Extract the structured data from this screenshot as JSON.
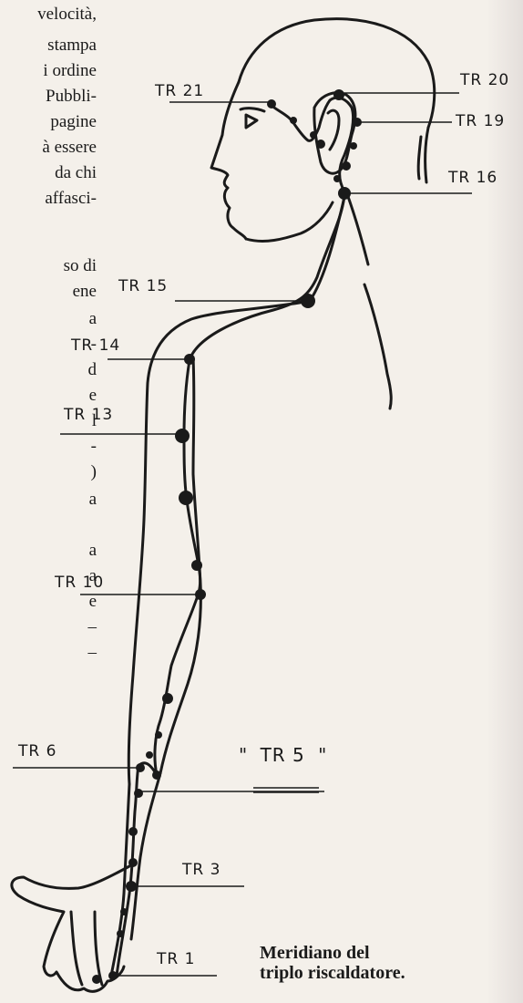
{
  "text_fragments": [
    "velocità,",
    "stampa",
    "i ordine",
    "Pubbli-",
    "pagine",
    "à essere",
    "da chi",
    "affasci-",
    "so di",
    "ene",
    "a",
    "-",
    "d",
    "e",
    "l",
    "-",
    ")",
    "a",
    "a",
    "a",
    "e",
    "–",
    "–"
  ],
  "points": {
    "tr21": "TR 21",
    "tr20": "TR 20",
    "tr19": "TR 19",
    "tr16": "TR 16",
    "tr15": "TR 15",
    "tr14": "TR 14",
    "tr13": "TR 13",
    "tr10": "TR 10",
    "tr6": "TR 6",
    "tr5": "TR 5",
    "tr3": "TR 3",
    "tr1": "TR 1"
  },
  "tr5_quote_open": "\"",
  "tr5_quote_close": "\"",
  "caption": {
    "line1": "Meridiano del",
    "line2": "triplo riscaldatore."
  },
  "colors": {
    "paper": "#f4f0ea",
    "ink": "#1a1a1a"
  }
}
